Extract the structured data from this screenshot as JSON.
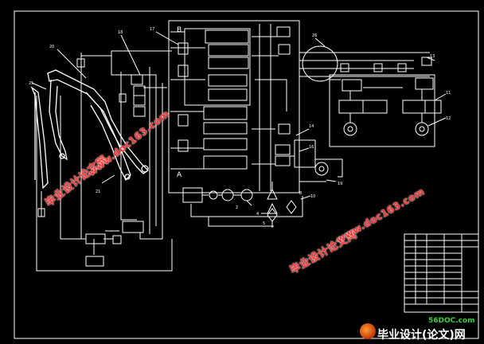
{
  "diagram": {
    "port_labels": {
      "a": "A",
      "b": "B"
    },
    "markers": {
      "m2": "2",
      "m4": "4",
      "m5": "5",
      "m8": "8",
      "m10": "10",
      "m11": "11",
      "m12": "12",
      "m13": "13",
      "m14": "14",
      "m16": "16",
      "m17": "17",
      "m18": "18",
      "m19": "19",
      "m20": "20",
      "m21": "21",
      "m25": "25",
      "m26": "26"
    }
  },
  "watermarks": {
    "w1": "毕业设计论文网",
    "w2": "www.doc163.com",
    "w3": "毕业设计论文网",
    "w4": "www.doc163.com"
  },
  "footer": {
    "brand": "毕业设计(论文)网",
    "site": "56DOC.com"
  },
  "colors": {
    "background": "#000000",
    "lines": "#ffffff",
    "watermark": "#ff3030",
    "site_green": "#39d339"
  }
}
